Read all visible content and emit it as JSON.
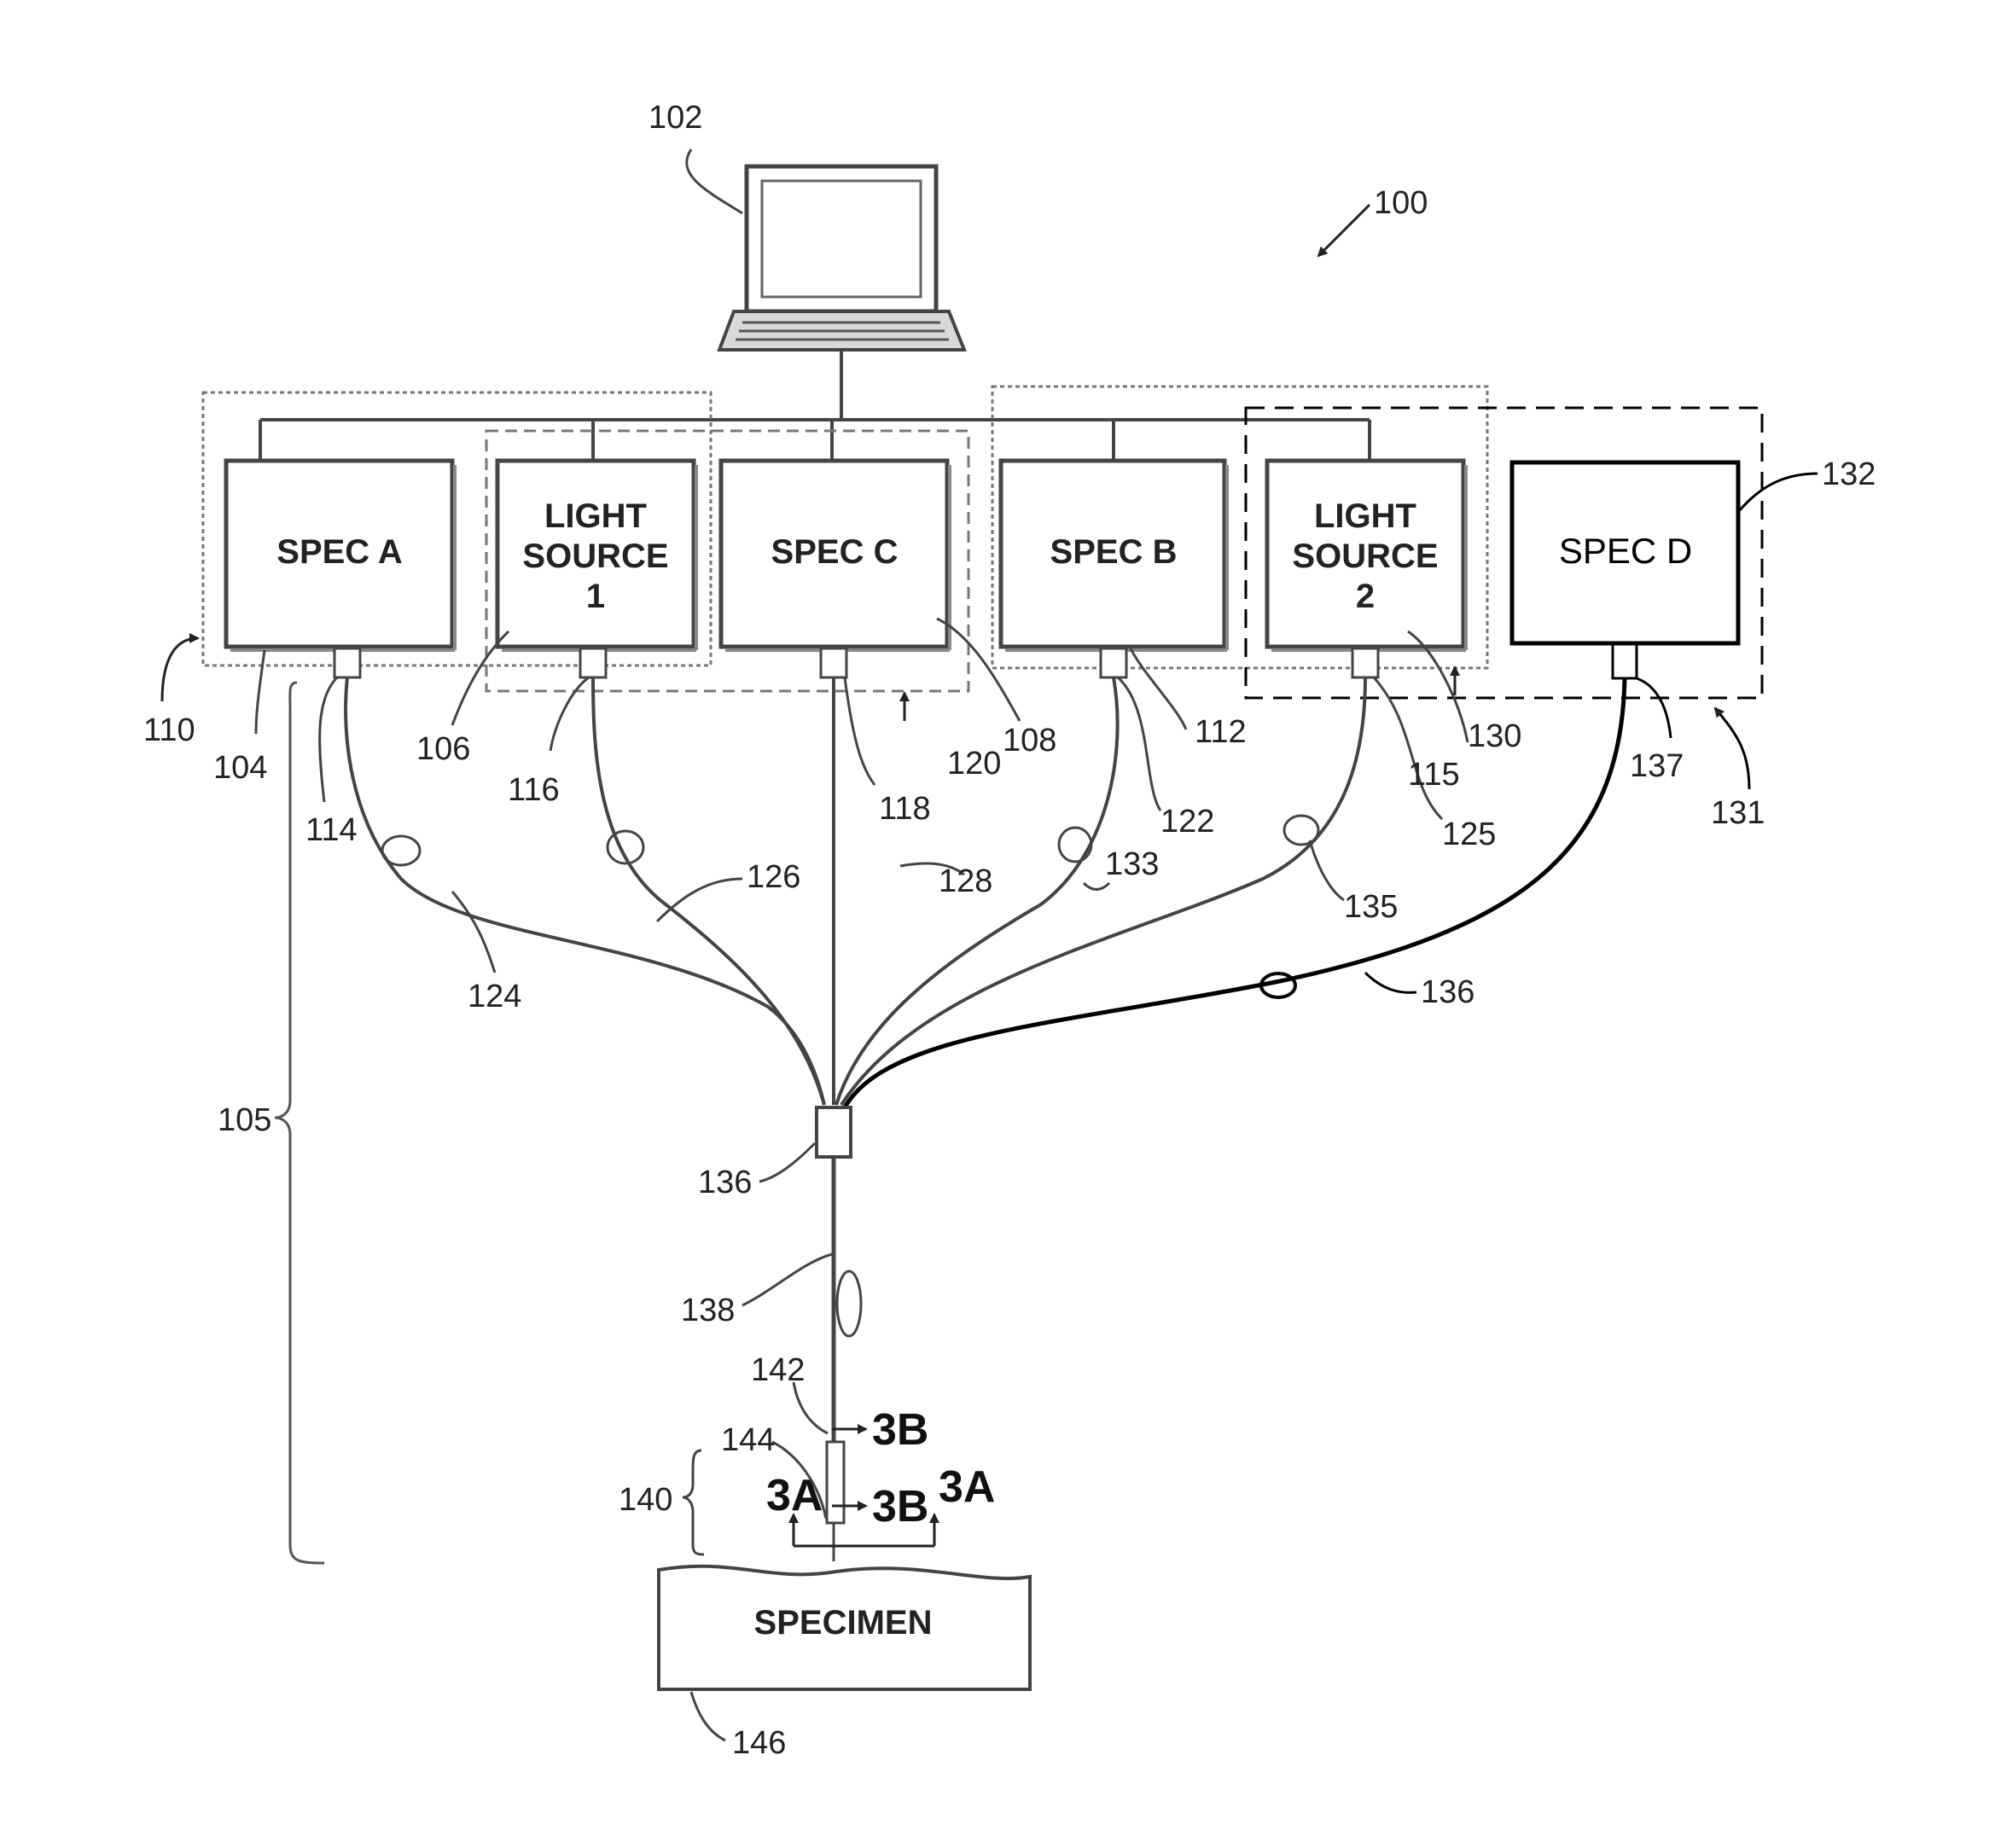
{
  "figure_ref": "100",
  "computer": {
    "ref": "102"
  },
  "boxes": {
    "spec_a": {
      "label": "SPEC A",
      "ref": "104",
      "connector_ref": "114",
      "fiber_ref": "124"
    },
    "light_source_1": {
      "line1": "LIGHT",
      "line2": "SOURCE",
      "line3": "1",
      "ref": "106",
      "connector_ref": "116",
      "fiber_ref": "126"
    },
    "spec_c": {
      "label": "SPEC C",
      "ref": "108",
      "connector_ref": "118",
      "fiber_ref": "128"
    },
    "spec_b": {
      "label": "SPEC B",
      "ref": "112",
      "connector_ref": "122",
      "fiber_ref": "133"
    },
    "light_source_2": {
      "line1": "LIGHT",
      "line2": "SOURCE",
      "line3": "2",
      "ref": "115",
      "connector_ref": "125",
      "fiber_ref": "135"
    },
    "spec_d": {
      "label": "SPEC D",
      "ref": "132",
      "connector_ref": "137",
      "fiber_ref": "136"
    }
  },
  "groups": {
    "group_110": "110",
    "group_120": "120",
    "group_130": "130",
    "group_131": "131"
  },
  "bracket_105": "105",
  "combiner": {
    "ref": "136"
  },
  "probe_fiber": {
    "ref": "138"
  },
  "probe": {
    "ref_142": "142",
    "ref_144": "144",
    "ref_140": "140"
  },
  "sections": {
    "a": "3A",
    "b": "3B"
  },
  "specimen": {
    "label": "SPECIMEN",
    "ref": "146"
  }
}
